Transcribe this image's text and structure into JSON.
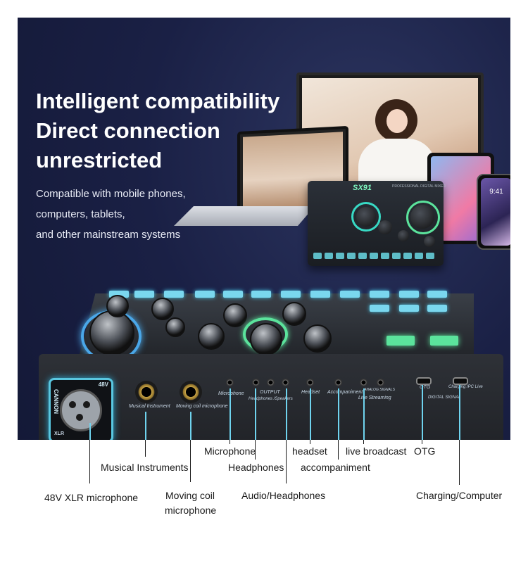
{
  "headline": [
    "Intelligent compatibility",
    "Direct connection",
    "unrestricted"
  ],
  "subtext": [
    "Compatible with mobile phones,",
    "computers, tablets,",
    "and other mainstream systems"
  ],
  "small_mixer": {
    "brand": "SX91",
    "subtitle": "PROFESSIONAL DIGITAL MIXER"
  },
  "phone_time": "9:41",
  "mixer": {
    "xlr_brand": "CANNON",
    "xlr_sub": "XLR",
    "phantom": "48V",
    "labels": {
      "musical_instrument": "Musical Instrument",
      "moving_coil": "Moving coil microphone",
      "microphone": "Microphone",
      "output": "OUTPUT",
      "headphones_speakers": "Headphones /Speakers",
      "headset": "Headset",
      "accompaniment": "Accompaniment",
      "analog_signals": "ANALOG SIGNALS",
      "live_streaming": "Live Streaming",
      "otg": "OTG",
      "charging": "Charging /PC Live",
      "digital_signal": "DIGITAL SIGNAL"
    }
  },
  "callouts": {
    "xlr": "48V XLR microphone",
    "instruments": "Musical Instruments",
    "moving_coil_1": "Moving coil",
    "moving_coil_2": "microphone",
    "microphone": "Microphone",
    "headphones": "Headphones",
    "audio_headphones": "Audio/Headphones",
    "headset": "headset",
    "accompaniment": "accompaniment",
    "live_broadcast": "live broadcast",
    "otg": "OTG",
    "charging": "Charging/Computer"
  },
  "colors": {
    "background": "#1a2045",
    "accent_cyan": "#6fd3ee",
    "accent_green": "#5be39c"
  }
}
